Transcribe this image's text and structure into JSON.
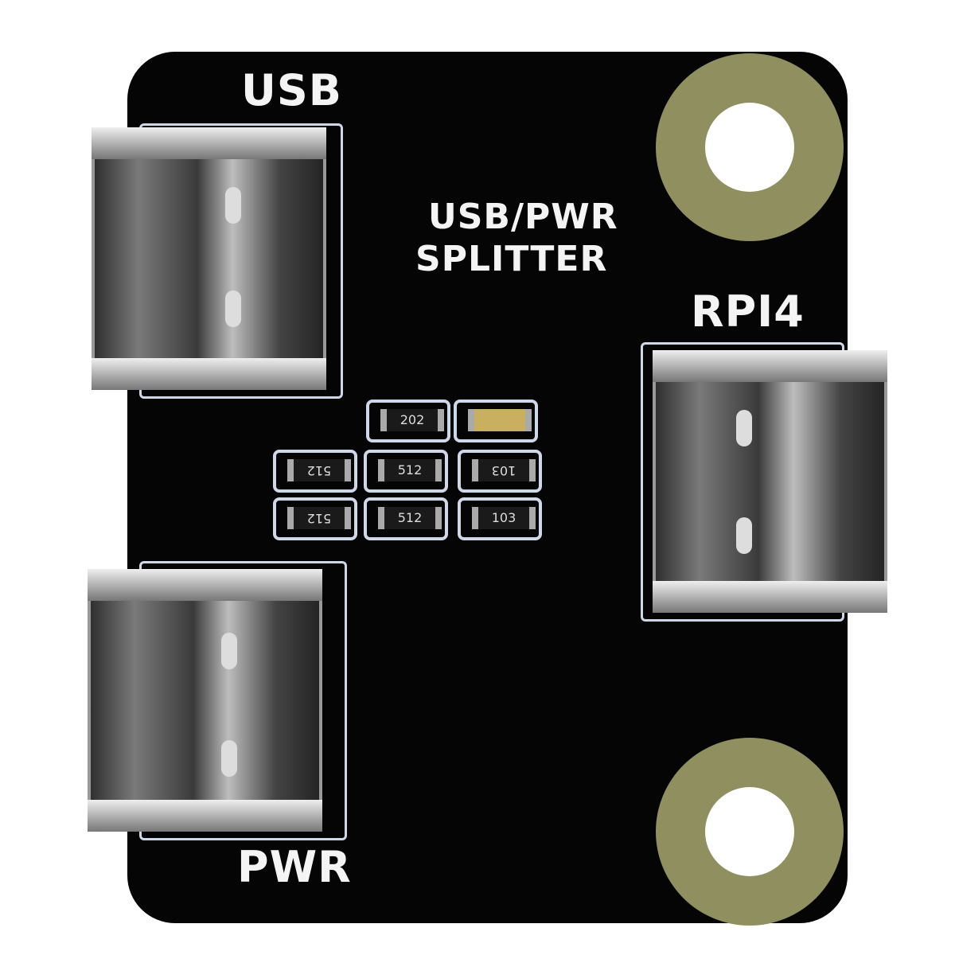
{
  "board": {
    "labels": {
      "usb": "USB",
      "title_line1": "USB/PWR",
      "title_line2": "SPLITTER",
      "rpi4": "RPI4",
      "pwr": "PWR"
    },
    "components": [
      "202",
      "",
      "512",
      "512",
      "103",
      "512",
      "512",
      "103"
    ],
    "colors": {
      "pcb": "#050505",
      "silkscreen": "#f4f4f4",
      "pad_ring": "#8f8f5f"
    }
  }
}
